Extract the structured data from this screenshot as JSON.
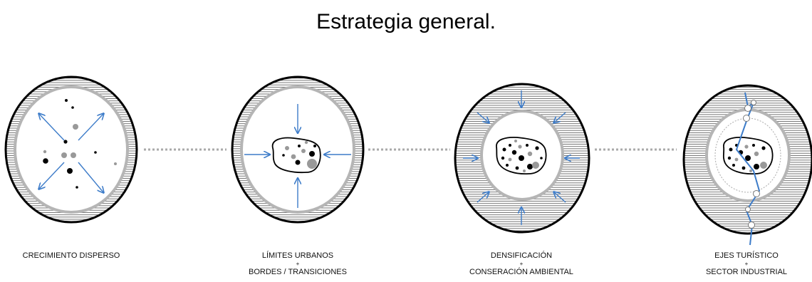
{
  "title": "Estrategia general.",
  "stages": [
    {
      "id": "disperso",
      "caption": [
        "CRECIMIENTO DISPERSO"
      ]
    },
    {
      "id": "limites",
      "caption": [
        "LÍMITES URBANOS",
        "+",
        "BORDES / TRANSICIONES"
      ]
    },
    {
      "id": "densificacion",
      "caption": [
        "DENSIFICACIÓN",
        "+",
        "CONSERACIÓN AMBIENTAL"
      ]
    },
    {
      "id": "ejes",
      "caption": [
        "EJES TURÍSTICO",
        "+",
        "SECTOR INDUSTRIAL"
      ]
    }
  ],
  "colors": {
    "arrow": "#3d7cc9",
    "ring": "#b5b5b5",
    "hatch": "#555555",
    "outline": "#000000",
    "connector": "#aaaaaa"
  }
}
